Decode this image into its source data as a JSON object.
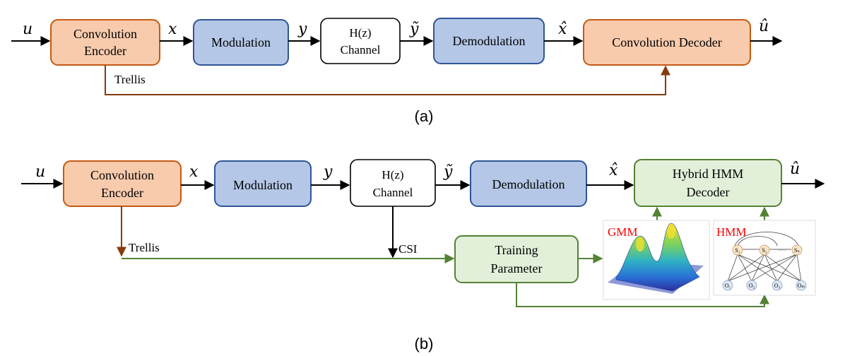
{
  "colors": {
    "encoder_fill": "#f8cbad",
    "encoder_stroke": "#c55a11",
    "mod_fill": "#b4c7e7",
    "mod_stroke": "#2f5597",
    "channel_fill": "#ffffff",
    "channel_stroke": "#000000",
    "decoder_a_fill": "#f8cbad",
    "hmm_fill": "#e2f0d9",
    "hmm_stroke": "#548235",
    "trellis_line": "#843c0c",
    "green_line": "#548235",
    "inset_label": "#ff0000"
  },
  "a": {
    "u": "u",
    "x": "x",
    "y": "y",
    "y_tilde": "ỹ",
    "x_hat": "x̂",
    "u_hat": "û",
    "encoder_line1": "Convolution",
    "encoder_line2": "Encoder",
    "modulation": "Modulation",
    "channel_line1": "H(z)",
    "channel_line2": "Channel",
    "demodulation": "Demodulation",
    "decoder": "Convolution Decoder",
    "trellis": "Trellis",
    "caption": "(a)"
  },
  "b": {
    "u": "u",
    "x": "x",
    "y": "y",
    "y_tilde": "ỹ",
    "x_hat": "x̂",
    "u_hat": "û",
    "encoder_line1": "Convolution",
    "encoder_line2": "Encoder",
    "modulation": "Modulation",
    "channel_line1": "H(z)",
    "channel_line2": "Channel",
    "demodulation": "Demodulation",
    "decoder_line1": "Hybrid HMM",
    "decoder_line2": "Decoder",
    "training_line1": "Training",
    "training_line2": "Parameter",
    "trellis": "Trellis",
    "csi": "CSI",
    "gmm_label": "GMM",
    "hmm_label": "HMM",
    "state_labels": [
      "S₁",
      "S₂",
      "Sₙ"
    ],
    "obs_labels": [
      "O₁",
      "O₂",
      "O₃",
      "Oₘ"
    ],
    "dots": "······",
    "caption": "(b)"
  }
}
